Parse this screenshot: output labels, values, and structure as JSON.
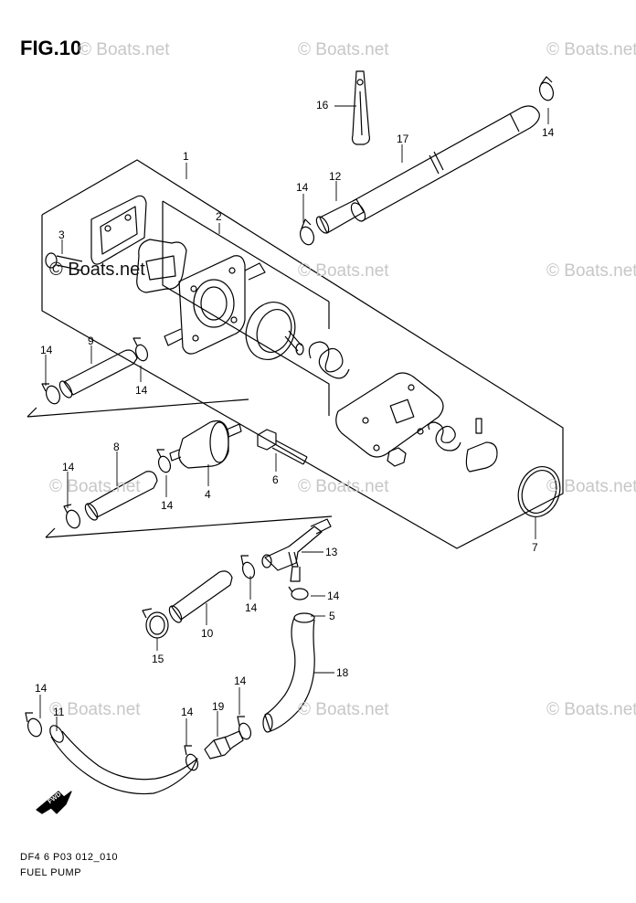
{
  "figure": {
    "title": "FIG.10"
  },
  "watermark": {
    "text": "© Boats.net",
    "dark_text": "© Boats.net"
  },
  "callouts": {
    "p1": "1",
    "p2": "2",
    "p3": "3",
    "p4": "4",
    "p5": "5",
    "p6": "6",
    "p7": "7",
    "p8": "8",
    "p9": "9",
    "p10": "10",
    "p11": "11",
    "p12": "12",
    "p13": "13",
    "p14": "14",
    "p15": "15",
    "p16": "16",
    "p17": "17",
    "p18": "18",
    "p19": "19"
  },
  "direction_marker": {
    "text": "FWD"
  },
  "footer": {
    "code": "DF4 6 P03 012_010",
    "caption": "FUEL PUMP"
  }
}
